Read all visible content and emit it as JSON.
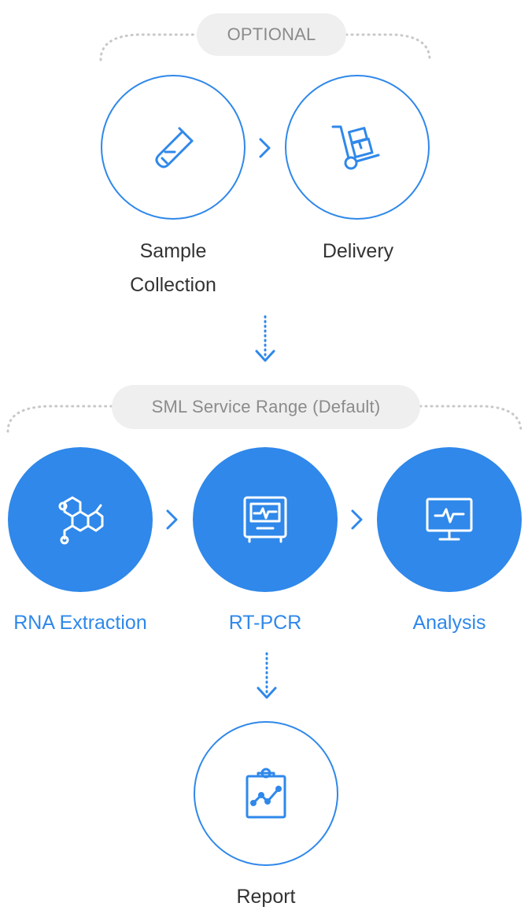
{
  "optional_group": {
    "title": "OPTIONAL",
    "steps": [
      {
        "label": "Sample Collection",
        "icon": "test-tube-icon"
      },
      {
        "label": "Delivery",
        "icon": "hand-truck-icon"
      }
    ]
  },
  "default_group": {
    "title": "SML Service Range (Default)",
    "steps": [
      {
        "label": "RNA Extraction",
        "icon": "molecule-icon"
      },
      {
        "label": "RT-PCR",
        "icon": "pcr-machine-icon"
      },
      {
        "label": "Analysis",
        "icon": "monitor-pulse-icon"
      }
    ]
  },
  "final_step": {
    "label": "Report",
    "icon": "clipboard-chart-icon"
  },
  "colors": {
    "accent": "#2f88ea",
    "pill_bg": "#efefef",
    "pill_text": "#8b8b8b",
    "dotted": "#c8c8c8",
    "text_dark": "#333333"
  }
}
